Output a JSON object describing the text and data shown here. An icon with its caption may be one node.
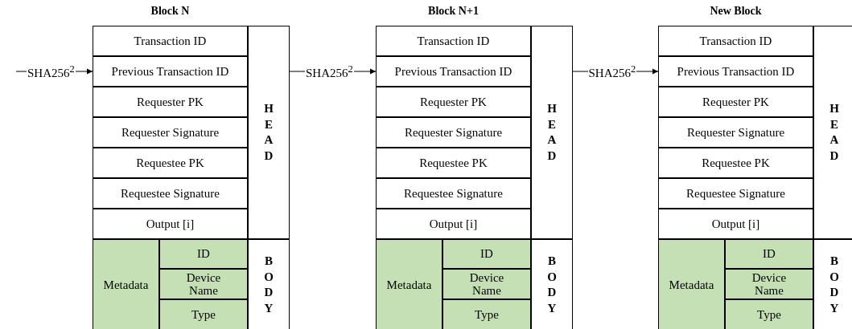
{
  "diagram": {
    "nodes": [
      {
        "text": [
          "Block N"
        ]
      },
      {
        "text": [
          "Transaction ID"
        ],
        "in": 0
      },
      {
        "text": [
          "Previous Transaction ID"
        ],
        "in": 0
      },
      {
        "text": [
          "Requester PK"
        ],
        "in": 0
      },
      {
        "text": [
          "Requester Signature"
        ],
        "in": 0
      },
      {
        "text": [
          "Requestee PK"
        ],
        "in": 0
      },
      {
        "text": [
          "Requestee Signature"
        ],
        "in": 0
      },
      {
        "text": [
          "Output [i]"
        ],
        "in": 0
      },
      {
        "text": [
          "HEAD"
        ],
        "in": 0
      },
      {
        "text": [
          "Metadata"
        ],
        "in": 0
      },
      {
        "text": [
          "ID"
        ],
        "in": 0
      },
      {
        "text": [
          "Device Name"
        ],
        "in": 0
      },
      {
        "text": [
          "Type"
        ],
        "in": 0
      },
      {
        "text": [
          "BODY"
        ],
        "in": 0
      },
      {
        "text": [
          "Block N+1"
        ]
      },
      {
        "text": [
          "Transaction ID"
        ],
        "in": 14
      },
      {
        "text": [
          "Previous Transaction ID"
        ],
        "in": 14
      },
      {
        "text": [
          "Requester PK"
        ],
        "in": 14
      },
      {
        "text": [
          "Requester Signature"
        ],
        "in": 14
      },
      {
        "text": [
          "Requestee PK"
        ],
        "in": 14
      },
      {
        "text": [
          "Requestee Signature"
        ],
        "in": 14
      },
      {
        "text": [
          "Output [i]"
        ],
        "in": 14
      },
      {
        "text": [
          "HEAD"
        ],
        "in": 14
      },
      {
        "text": [
          "Metadata"
        ],
        "in": 14
      },
      {
        "text": [
          "ID"
        ],
        "in": 14
      },
      {
        "text": [
          "Device Name"
        ],
        "in": 14
      },
      {
        "text": [
          "Type"
        ],
        "in": 14
      },
      {
        "text": [
          "BODY"
        ],
        "in": 14
      },
      {
        "text": [
          "New Block"
        ]
      },
      {
        "text": [
          "Transaction ID"
        ],
        "in": 28
      },
      {
        "text": [
          "Previous Transaction ID"
        ],
        "in": 28
      },
      {
        "text": [
          "Requester PK"
        ],
        "in": 28
      },
      {
        "text": [
          "Requester Signature"
        ],
        "in": 28
      },
      {
        "text": [
          "Requestee PK"
        ],
        "in": 28
      },
      {
        "text": [
          "Requestee Signature"
        ],
        "in": 28
      },
      {
        "text": [
          "Output [i]"
        ],
        "in": 28
      },
      {
        "text": [
          "HEAD"
        ],
        "in": 28
      },
      {
        "text": [
          "Metadata"
        ],
        "in": 28
      },
      {
        "text": [
          "ID"
        ],
        "in": 28
      },
      {
        "text": [
          "Device Name"
        ],
        "in": 28
      },
      {
        "text": [
          "Type"
        ],
        "in": 28
      },
      {
        "text": [
          "BODY"
        ],
        "in": 28
      }
    ],
    "edges": [
      {
        "from": null,
        "to": 2,
        "arrow": "to",
        "label": "SHA256$^{2}$"
      },
      {
        "from": 8,
        "to": 16,
        "arrow": "to",
        "label": "SHA256$^{2}$"
      },
      {
        "from": 22,
        "to": 30,
        "arrow": "to",
        "label": "SHA256$^{2}$"
      }
    ]
  }
}
